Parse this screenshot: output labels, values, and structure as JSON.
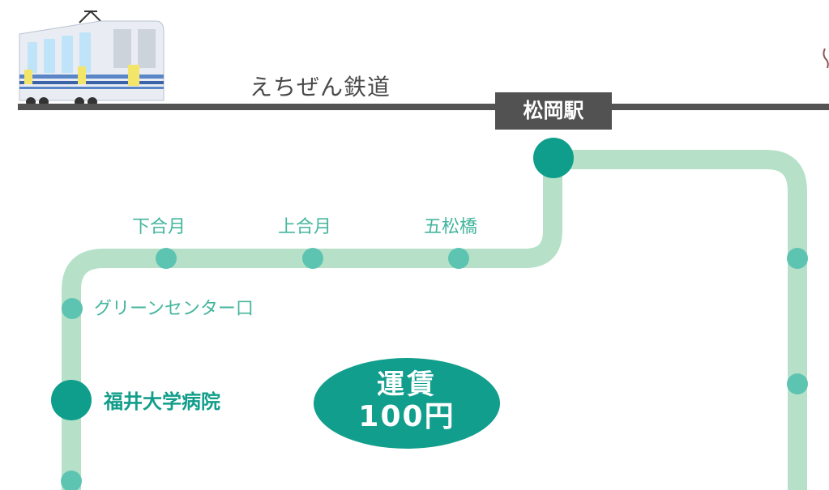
{
  "railway": {
    "name": "えちぜん鉄道",
    "train_icon": "train-icon"
  },
  "terminal_station": {
    "name": "松岡駅"
  },
  "stops": {
    "shimoaizuki": "下合月",
    "kamiaizuki": "上合月",
    "gomatsubashi": "五松橋",
    "green_center": "グリーンセンター口"
  },
  "hospital_stop": {
    "name": "福井大学病院"
  },
  "fare": {
    "title": "運賃",
    "amount": "100円"
  },
  "colors": {
    "route_line": "#b6e1c8",
    "minor_stop": "#5ec4b2",
    "major_stop": "#0f9e8c",
    "rail": "#535353",
    "fare_badge": "#119e8c"
  }
}
